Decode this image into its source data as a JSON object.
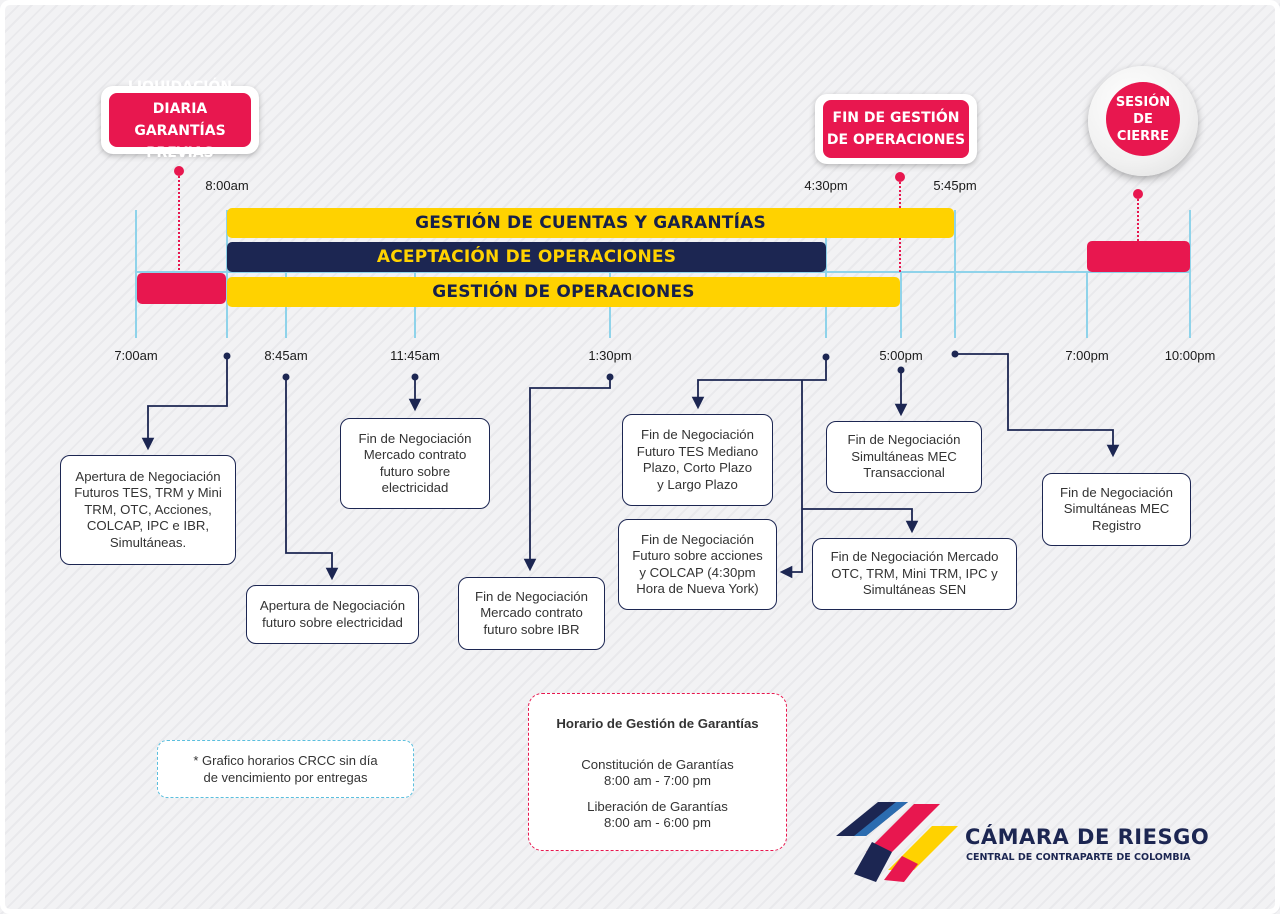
{
  "header": {
    "callout_liquidacion": "LIQUIDACIÓN DIARIA\nGARANTÍAS PREVIAS",
    "callout_fin_gestion": "FIN DE GESTIÓN\nDE OPERACIONES",
    "callout_sesion_cierre": "SESIÓN\nDE CIERRE"
  },
  "timeline": {
    "top_ticks": [
      "8:00am",
      "4:30pm",
      "5:45pm"
    ],
    "bottom_ticks": [
      "7:00am",
      "8:45am",
      "11:45am",
      "1:30pm",
      "5:00pm",
      "7:00pm",
      "10:00pm"
    ],
    "bars": {
      "gestion_cuentas": "GESTIÓN DE CUENTAS Y GARANTÍAS",
      "aceptacion": "ACEPTACIÓN DE OPERACIONES",
      "gestion_operaciones": "GESTIÓN DE OPERACIONES"
    }
  },
  "events": {
    "apertura_futuros": "Apertura de Negociación\nFuturos TES, TRM y Mini\nTRM, OTC, Acciones,\nCOLCAP, IPC e IBR,\nSimultáneas.",
    "apertura_electricidad": "Apertura de Negociación\nfuturo sobre electricidad",
    "fin_electricidad": "Fin de Negociación\nMercado contrato\nfuturo sobre\nelectricidad",
    "fin_ibr": "Fin de Negociación\nMercado contrato\nfuturo sobre IBR",
    "fin_tes": "Fin de Negociación\nFuturo TES Mediano\nPlazo, Corto Plazo\ny Largo Plazo",
    "fin_acciones": "Fin de Negociación\nFuturo sobre acciones\ny COLCAP (4:30pm\nHora de Nueva York)",
    "fin_mec_transaccional": "Fin de Negociación\nSimultáneas MEC\nTransaccional",
    "fin_otc": "Fin de Negociación Mercado\nOTC, TRM, Mini TRM, IPC y\nSimultáneas SEN",
    "fin_mec_registro": "Fin de Negociación\nSimultáneas MEC\nRegistro"
  },
  "note": "* Grafico horarios CRCC sin día\nde vencimiento por entregas",
  "schedule": {
    "title": "Horario de Gestión de Garantías",
    "items": [
      "Constitución de Garantías\n8:00 am - 7:00 pm",
      "Liberación de Garantías\n8:00 am - 6:00 pm"
    ]
  },
  "logo": {
    "title": "CÁMARA DE RIESGO",
    "subtitle": "CENTRAL DE CONTRAPARTE DE COLOMBIA"
  },
  "colors": {
    "red": "#e8174f",
    "yellow": "#ffd200",
    "navy": "#1c2652",
    "timeline": "#8fd3ea"
  }
}
